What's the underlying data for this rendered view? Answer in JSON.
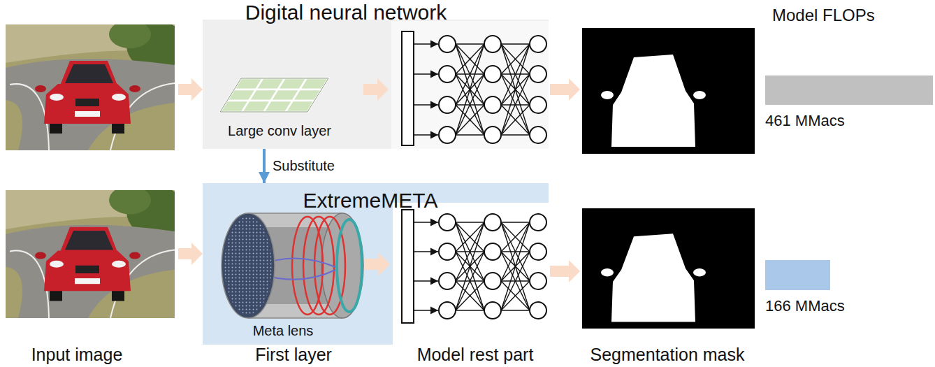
{
  "diagram": {
    "nodes": [
      {
        "text": [
          "Digital neural network",
          "Large conv layer"
        ]
      },
      {
        "text": [
          "461 MMacs"
        ]
      },
      {
        "text": [
          "ExtremeMETA",
          "Meta lens"
        ]
      },
      {
        "text": [
          "166 MMacs"
        ]
      }
    ],
    "edges": [
      {
        "from": 0,
        "to": 2,
        "arrow": "to",
        "label": "Substitute"
      }
    ],
    "labels": [
      "Model FLOPs",
      "Input image",
      "First layer",
      "Model rest part",
      "Segmentation mask"
    ]
  }
}
